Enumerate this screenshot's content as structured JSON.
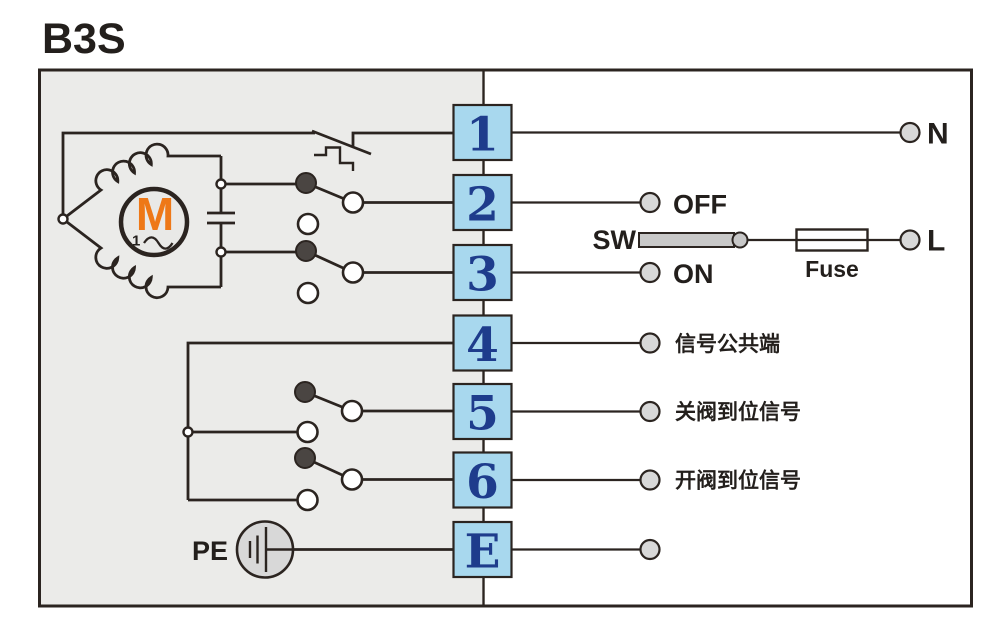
{
  "title": "B3S",
  "colors": {
    "line": "#2b2420",
    "panel_gray": "#ebebe9",
    "terminal_fill": "#a8d8ee",
    "terminal_text": "#1e3c8c",
    "motor_orange": "#ee7817",
    "node_fill": "#d8d8d8",
    "switch_dot": "#4a4542",
    "sw_bar_fill": "#c8c8c8"
  },
  "terminals": [
    {
      "label": "1"
    },
    {
      "label": "2"
    },
    {
      "label": "3"
    },
    {
      "label": "4"
    },
    {
      "label": "5"
    },
    {
      "label": "6"
    },
    {
      "label": "E"
    }
  ],
  "right_labels": {
    "neutral": "N",
    "off": "OFF",
    "sw": "SW",
    "line": "L",
    "fuse": "Fuse",
    "on": "ON",
    "signal_common": "信号公共端",
    "close_in_place": "关阀到位信号",
    "open_in_place": "开阀到位信号"
  },
  "motor": {
    "letter": "M",
    "phase": "1"
  },
  "pe_label": "PE"
}
